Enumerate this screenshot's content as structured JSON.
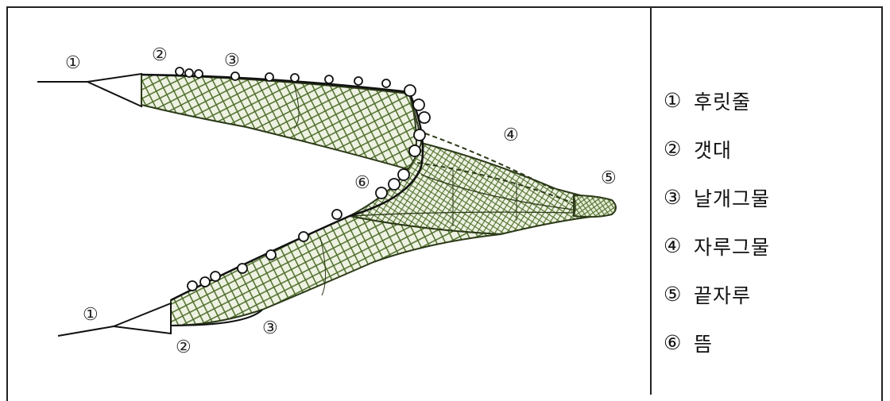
{
  "figure": {
    "colors": {
      "mesh": "#4b6b26",
      "fill": "#e9eedc",
      "line": "#111111"
    },
    "callouts": [
      "①",
      "②",
      "③",
      "①",
      "②",
      "③",
      "④",
      "⑤",
      "⑥"
    ]
  },
  "legend": {
    "items": [
      {
        "marker": "①",
        "label": "후릿줄"
      },
      {
        "marker": "②",
        "label": "갯대"
      },
      {
        "marker": "③",
        "label": "날개그물"
      },
      {
        "marker": "④",
        "label": "자루그물"
      },
      {
        "marker": "⑤",
        "label": "끝자루"
      },
      {
        "marker": "⑥",
        "label": "뜸"
      }
    ]
  }
}
